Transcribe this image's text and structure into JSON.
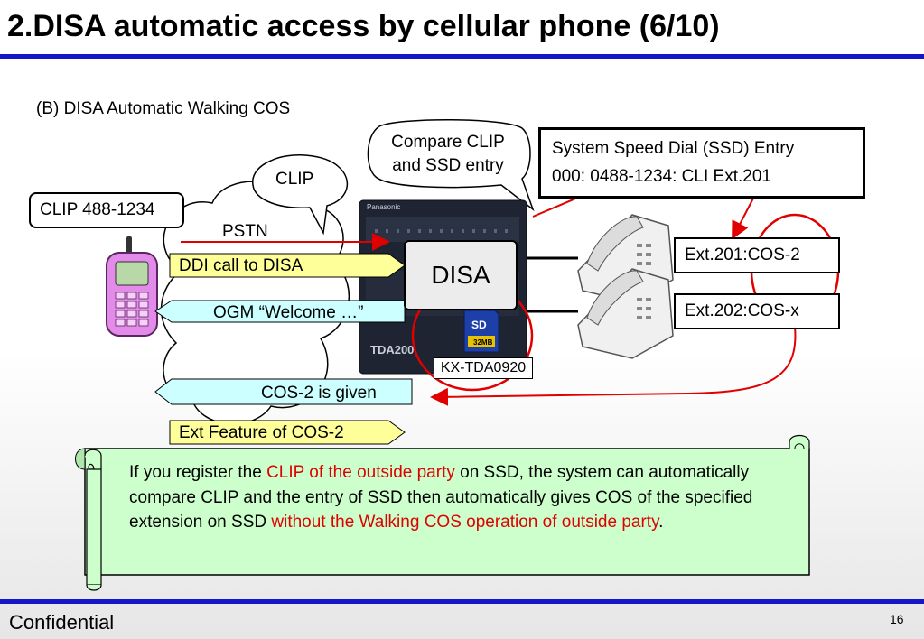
{
  "slide": {
    "title": "2.DISA automatic access by cellular phone (6/10)",
    "subtitle": "(B) DISA Automatic Walking COS",
    "footer": "Confidential",
    "page_number": "16"
  },
  "callouts": {
    "compare": [
      "Compare CLIP",
      "and SSD entry"
    ],
    "clip_cloud": "CLIP",
    "pstn": "PSTN"
  },
  "ssd_box": {
    "line1": "System Speed Dial (SSD) Entry",
    "line2": "000: 0488-1234: CLI Ext.201"
  },
  "caller": {
    "clip_label": "CLIP 488-1234"
  },
  "flow": {
    "ddi": "DDI call to DISA",
    "ogm": "OGM “Welcome …”",
    "cos_given": "COS-2 is given",
    "ext_feature": "Ext Feature of COS-2"
  },
  "pbx": {
    "disa": "DISA",
    "card": "KX-TDA0920",
    "brand": "Panasonic",
    "model": "TDA200",
    "sd": "SD",
    "sd_size": "32MB"
  },
  "extensions": {
    "ext201": "Ext.201:COS-2",
    "ext202": "Ext.202:COS-x"
  },
  "note": {
    "part1": "If you register the ",
    "red1": "CLIP of the outside party",
    "part2": " on SSD, the system can automatically compare CLIP and the entry of SSD then automatically gives COS of the specified extension on SSD ",
    "red2": "without the Walking COS operation of outside party",
    "part3": "."
  },
  "colors": {
    "accent_bar": "#1416c8",
    "red": "#e00000",
    "yellow_arrow": "#ffff99",
    "cyan_arrow": "#ccffff",
    "note_bg": "#ccffcc"
  }
}
